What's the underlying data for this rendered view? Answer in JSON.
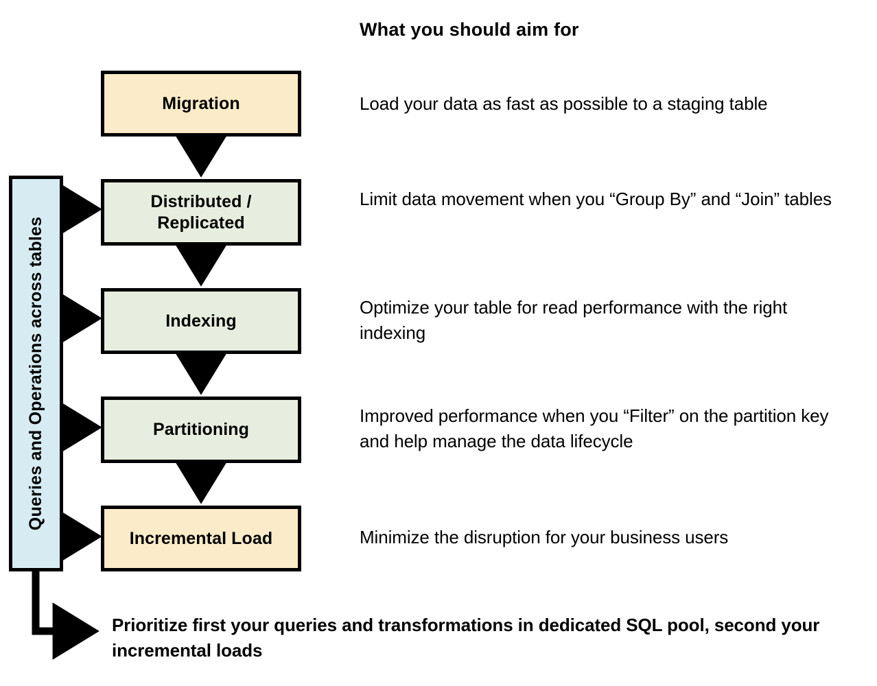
{
  "header": {
    "title": "What you should aim for"
  },
  "side_bar": {
    "label": "Queries and Operations across tables",
    "color": "#d7ecf2"
  },
  "colors": {
    "cream": "#fcebc8",
    "green": "#e8eedf",
    "blue": "#d7ecf2",
    "outline": "#000000",
    "background": "#ffffff"
  },
  "stages": [
    {
      "name": "Migration",
      "fill": "#fcebc8",
      "description": "Load your data as fast as possible to a staging table",
      "has_side_arrow": false
    },
    {
      "name": "Distributed / Replicated",
      "name_line1": "Distributed /",
      "name_line2": "Replicated",
      "fill": "#e8eedf",
      "description": "Limit data movement when you “Group By” and “Join” tables",
      "has_side_arrow": true
    },
    {
      "name": "Indexing",
      "fill": "#e8eedf",
      "description": "Optimize your table for read performance with the right indexing",
      "has_side_arrow": true
    },
    {
      "name": "Partitioning",
      "fill": "#e8eedf",
      "description": "Improved performance when you “Filter” on the partition key and help manage the data lifecycle",
      "has_side_arrow": true
    },
    {
      "name": "Incremental Load",
      "fill": "#fcebc8",
      "description": "Minimize the disruption for your business users",
      "has_side_arrow": true
    }
  ],
  "bottom_note": {
    "line1": "Prioritize first your queries and transformations in dedicated SQL pool,",
    "line2": "second your incremental loads"
  }
}
